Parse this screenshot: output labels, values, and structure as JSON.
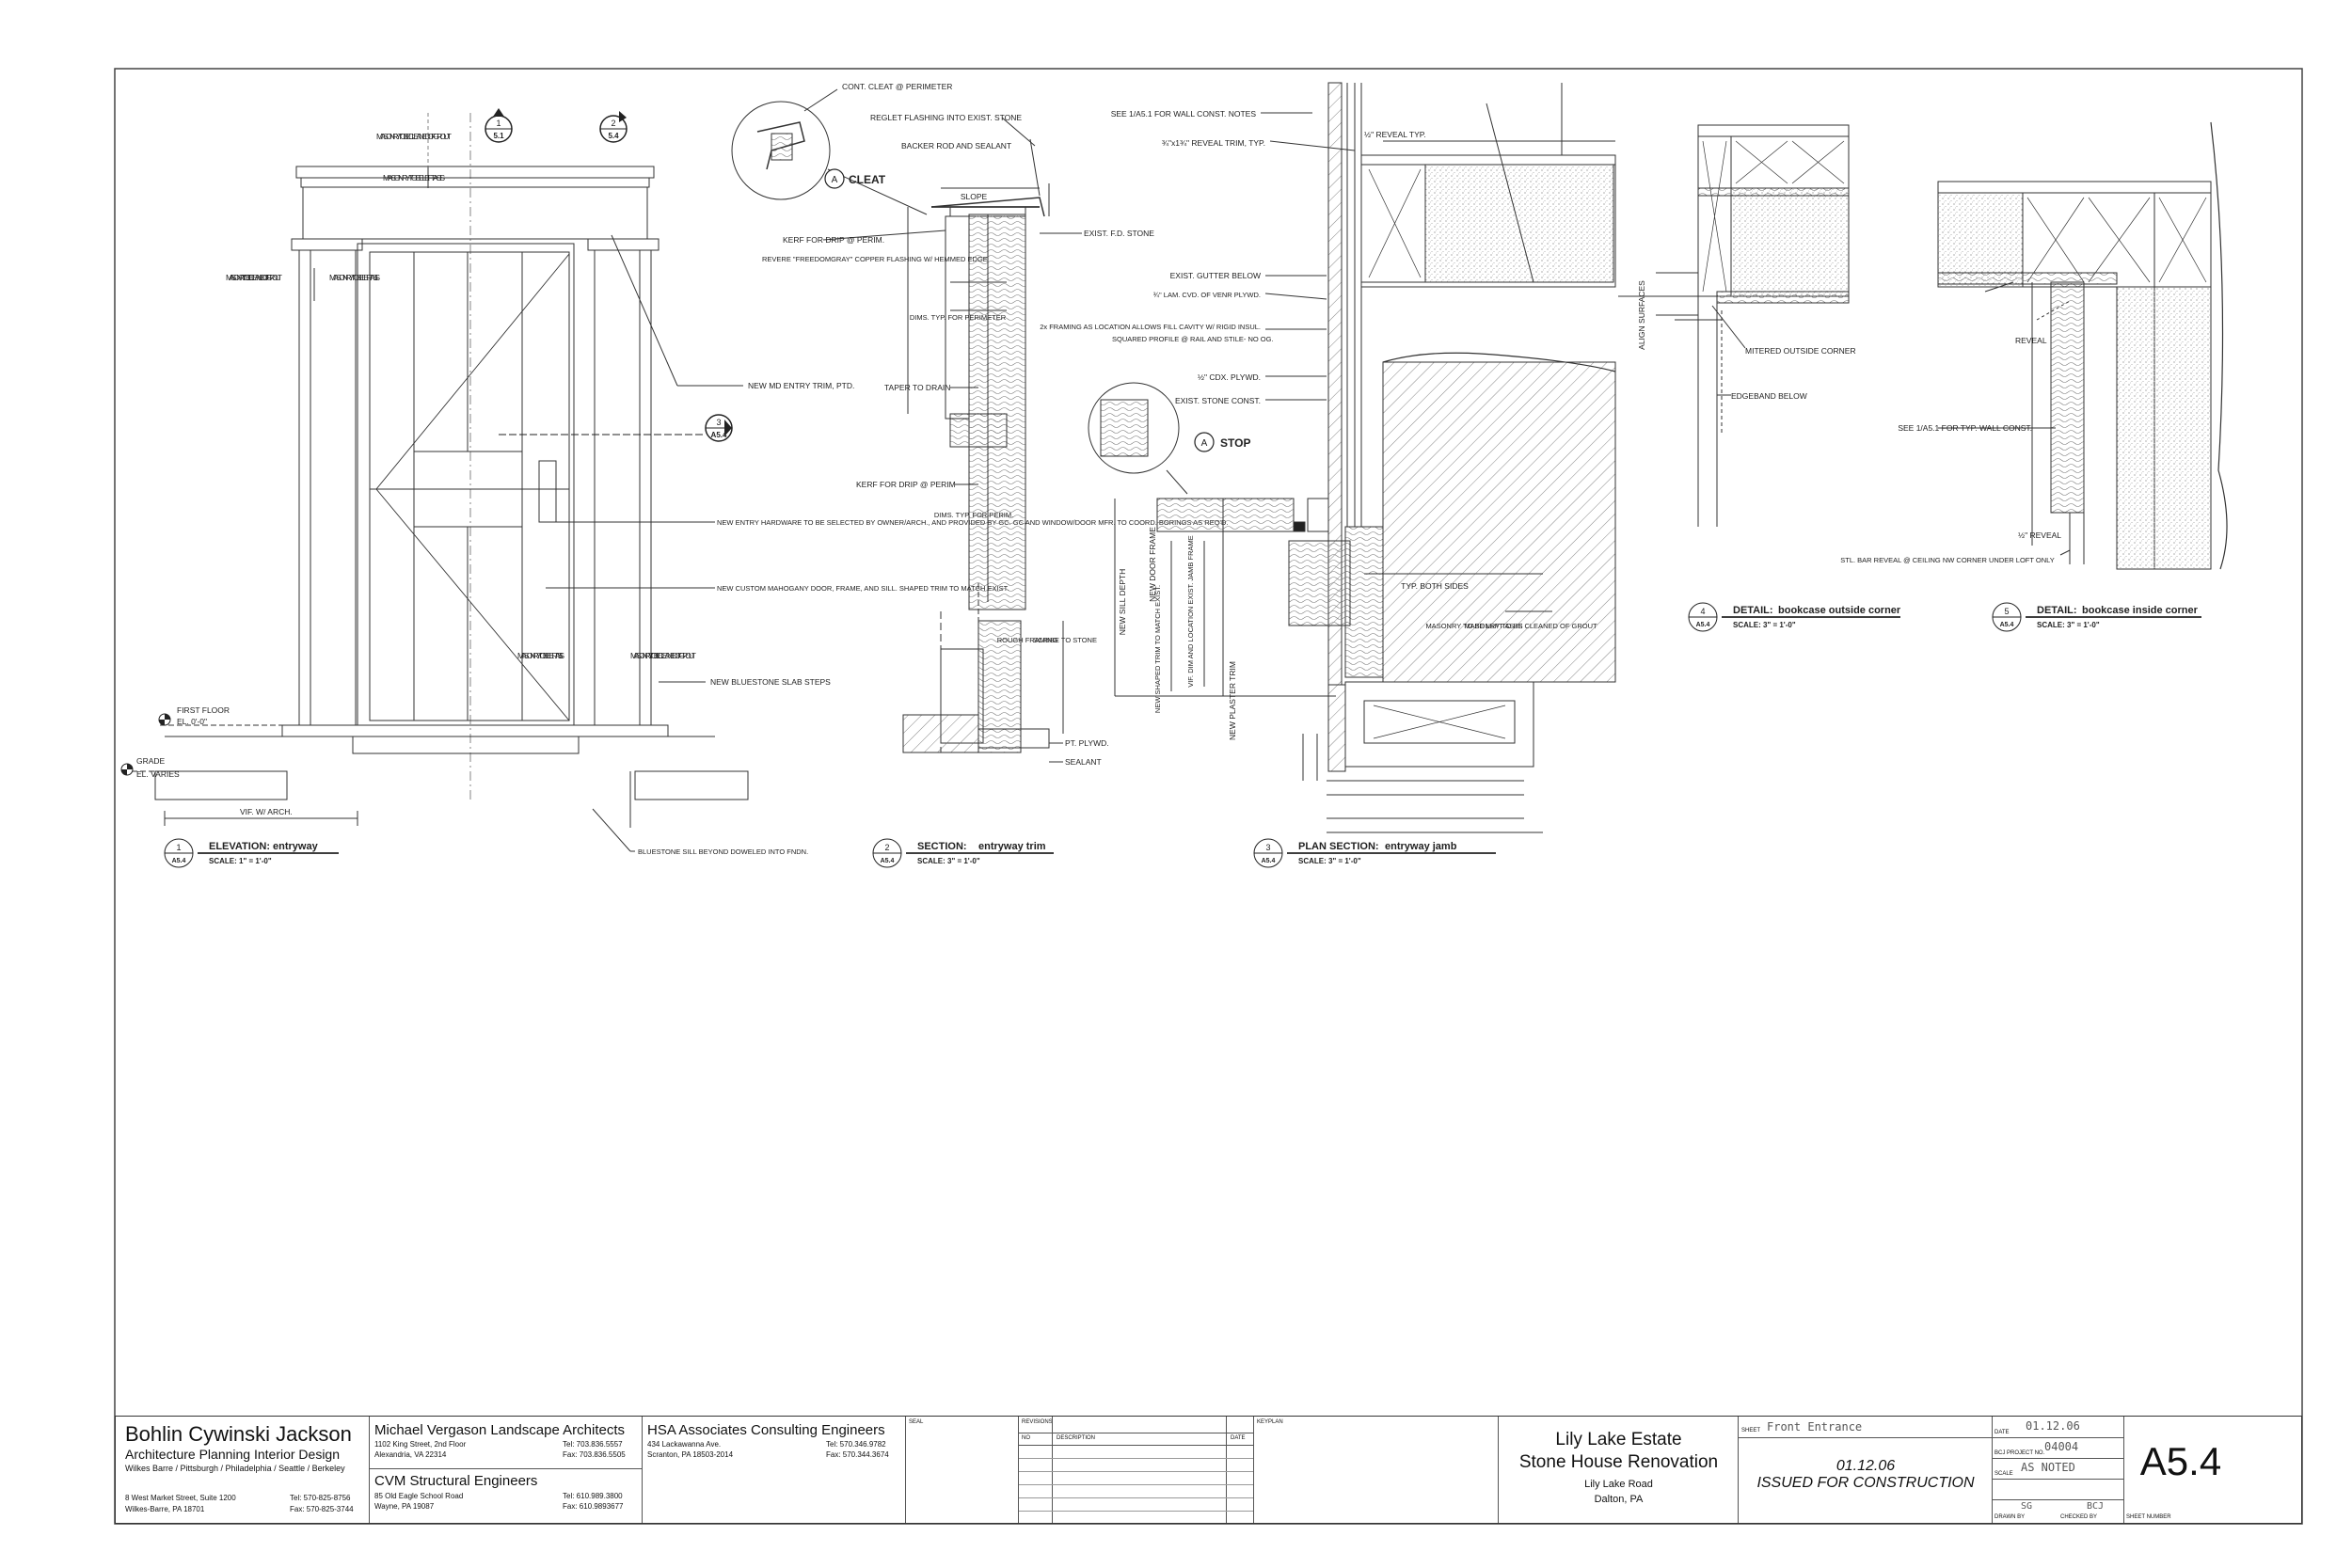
{
  "details": {
    "d1": {
      "num": "1",
      "sheet": "A5.4",
      "title": "ELEVATION:",
      "subtitle": "entryway",
      "scale": "SCALE: 1\" = 1'-0\""
    },
    "d2": {
      "num": "2",
      "sheet": "A5.4",
      "title": "SECTION:",
      "subtitle": "entryway trim",
      "scale": "SCALE: 3\" = 1'-0\""
    },
    "d3": {
      "num": "3",
      "sheet": "A5.4",
      "title": "PLAN SECTION:",
      "subtitle": "entryway jamb",
      "scale": "SCALE: 3\" = 1'-0\""
    },
    "d4": {
      "num": "4",
      "sheet": "A5.4",
      "title": "DETAIL:",
      "subtitle": "bookcase outside corner",
      "scale": "SCALE: 3\" = 1'-0\""
    },
    "d5": {
      "num": "5",
      "sheet": "A5.4",
      "title": "DETAIL:",
      "subtitle": "bookcase inside corner",
      "scale": "SCALE: 3\" = 1'-0\""
    }
  },
  "callouts": {
    "c51": {
      "num": "1",
      "sheet": "5.1"
    },
    "c54": {
      "num": "2",
      "sheet": "5.4"
    },
    "c3": {
      "num": "3",
      "sheet": "A5.4"
    },
    "cleat": {
      "letter": "A",
      "label": "CLEAT"
    },
    "stop": {
      "letter": "A",
      "label": "STOP"
    }
  },
  "notes_elev": {
    "n1": "MASONRY TO BE CLEANED OF GROUT",
    "n2": "MASONRY TO BE LEFT AS IS",
    "n3": "MASONRY TO BE CLEANED OF GROUT",
    "n4": "MASONRY TO BE LEFT AS IS",
    "n5": "NEW MD ENTRY TRIM, PTD.",
    "n6": "NEW ENTRY HARDWARE TO BE SELECTED BY OWNER/ARCH., AND PROVIDED BY GC. GC AND WINDOW/DOOR MFR. TO COORD. BORINGS AS REQ'D.",
    "n7": "NEW CUSTOM MAHOGANY DOOR, FRAME, AND SILL. SHAPED TRIM TO MATCH EXIST.",
    "n8": "MASONRY TO BE LEFT AS IS",
    "n9": "MASONRY TO BE CLEANED OF GROUT",
    "n10": "NEW BLUESTONE SLAB STEPS",
    "n11": "FIRST FLOOR",
    "n12": "EL. 0'-0\"",
    "n13": "GRADE",
    "n14": "EL. VARIES",
    "n15": "VIF. W/ ARCH.",
    "n16": "BLUESTONE SILL BEYOND DOWELED INTO FNDN."
  },
  "notes_sec": {
    "s1": "CONT. CLEAT @ PERIMETER",
    "s2": "REGLET FLASHING INTO EXIST. STONE",
    "s3": "BACKER ROD AND SEALANT",
    "s4": "SLOPE",
    "s5": "KERF FOR DRIP @ PERIM.",
    "s6": "REVERE \"FREEDOMGRAY\" COPPER FLASHING W/ HEMMED EDGE",
    "s7": "EXIST. F.D. STONE",
    "s8": "DIMS. TYP. FOR PERIMETER",
    "s9": "TAPER TO DRAIN",
    "s10": "KERF FOR DRIP @ PERIM",
    "s11": "DIMS. TYP. FOR PERIM.",
    "s12": "ROUGH FRAMING",
    "s13": "SCRIBE TO STONE",
    "s14": "PT. PLYWD.",
    "s15": "SEALANT"
  },
  "notes_plan": {
    "p1": "SEE 1/A5.1 FOR WALL CONST. NOTES",
    "p2": "¾\"x1¾\" REVEAL TRIM, TYP.",
    "p3": "½\" REVEAL TYP.",
    "p4": "EXIST. GUTTER BELOW",
    "p5": "¾\" LAM. CVD. OF VENR PLYWD.",
    "p6": "2x FRAMING AS LOCATION ALLOWS FILL CAVITY W/ RIGID INSUL.",
    "p7": "½\" CDX. PLYWD.",
    "p8": "EXIST. STONE CONST.",
    "p9": "SQUARED PROFILE @ RAIL AND STILE- NO OG.",
    "p10": "TYP. BOTH SIDES",
    "p11": "MASONRY TO BE LEFT AS IS",
    "p12": "MASONRY TO BE CLEANED OF GROUT",
    "p13": "NEW SILL DEPTH",
    "p14": "NEW DOOR FRAME",
    "p15": "NEW SHAPED TRIM TO MATCH EXIST.",
    "p16": "VIF. DIM AND LOCATION EXIST. JAMB FRAME",
    "p17": "NEW PLASTER TRIM"
  },
  "notes_bk": {
    "b1": "ALIGN SURFACES",
    "b2": "MITERED OUTSIDE CORNER",
    "b3": "EDGEBAND BELOW",
    "b4": "SEE 1/A5.1 FOR TYP. WALL CONST.",
    "b5": "REVEAL",
    "b6": "STL. BAR REVEAL @ CEILING NW CORNER UNDER LOFT ONLY",
    "b7": "½\" REVEAL"
  },
  "title_block": {
    "firm1": {
      "name": "Bohlin Cywinski Jackson",
      "line2": "Architecture Planning Interior Design",
      "line3": "Wilkes Barre / Pittsburgh / Philadelphia / Seattle / Berkeley",
      "addr1": "8 West Market Street, Suite 1200",
      "addr2": "Wilkes-Barre, PA  18701",
      "tel": "Tel: 570-825-8756",
      "fax": "Fax: 570-825-3744"
    },
    "firm2": {
      "name": "Michael Vergason Landscape Architects",
      "addr1": "1102 King Street, 2nd Floor",
      "addr2": "Alexandria, VA 22314",
      "tel": "Tel: 703.836.5557",
      "fax": "Fax: 703.836.5505"
    },
    "firm3": {
      "name": "CVM Structural Engineers",
      "addr1": "85 Old Eagle School Road",
      "addr2": "Wayne, PA 19087",
      "tel": "Tel: 610.989.3800",
      "fax": "Fax: 610.9893677"
    },
    "firm4": {
      "name": "HSA Associates Consulting Engineers",
      "addr1": "434 Lackawanna Ave.",
      "addr2": "Scranton, PA 18503-2014",
      "tel": "Tel: 570.346.9782",
      "fax": "Fax: 570.344.3674"
    },
    "seal": "SEAL",
    "revisions": "REVISIONS",
    "rev_no": "NO",
    "rev_desc": "DESCRIPTION",
    "rev_date": "DATE",
    "keyplan": "KEYPLAN",
    "project1": "Lily Lake Estate",
    "project2": "Stone House Renovation",
    "road": "Lily Lake Road",
    "city": "Dalton, PA",
    "sheet_label": "SHEET",
    "sheet_name": "Front Entrance",
    "issue_date": "01.12.06",
    "issue_text": "ISSUED FOR CONSTRUCTION",
    "date_label": "DATE",
    "date": "01.12.06",
    "proj_label": "BCJ PROJECT NO.",
    "proj_no": "04004",
    "scale_label": "SCALE",
    "scale": "AS NOTED",
    "drawn_label": "DRAWN BY",
    "drawn": "SG",
    "checked_label": "CHECKED BY",
    "checked": "BCJ",
    "sheet_no_label": "SHEET NUMBER",
    "sheet_no": "A5.4"
  }
}
